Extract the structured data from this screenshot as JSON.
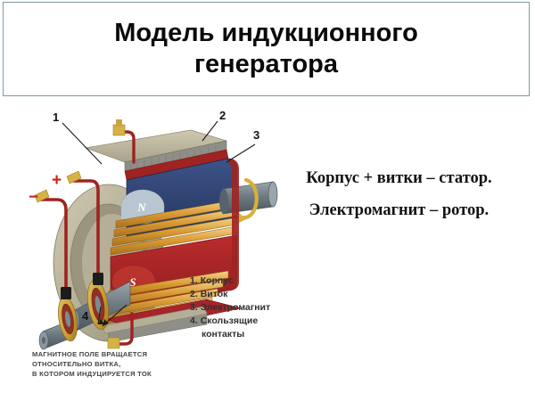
{
  "slide": {
    "background_color": "#ffffff",
    "title_box_border_color": "#7d9aab"
  },
  "title": {
    "text": "Модель индукционного генератора"
  },
  "statements": [
    {
      "text": "Корпус + витки – статор."
    },
    {
      "text": "Электромагнит – ротор."
    }
  ],
  "figure": {
    "alt_name": "induction-generator-cutaway-diagram",
    "callouts": [
      {
        "number": "1",
        "target": "Корпус"
      },
      {
        "number": "2",
        "target": "Виток"
      },
      {
        "number": "3",
        "target": "Электромагнит"
      },
      {
        "number": "4",
        "target": "Скользящие контакты"
      }
    ],
    "polarity_labels": [
      {
        "symbol": "+"
      },
      {
        "symbol": "−"
      }
    ],
    "pole_labels": [
      {
        "symbol": "N",
        "color": "#1d3f84"
      },
      {
        "symbol": "S",
        "color": "#a81f22"
      }
    ],
    "colors": {
      "housing": "#b9b39a",
      "housing_shadow": "#8e8a74",
      "laminations": "#c3bda6",
      "lamination_edge": "#6d6d68",
      "copper_coil": "#d99a32",
      "copper_highlight": "#f0cf82",
      "north_pole": "#2c4272",
      "south_pole": "#a5252a",
      "shaft": "#6e7b82",
      "wire_red": "#9e2321",
      "terminal_gold": "#d5b245",
      "slip_ring_gold": "#cfa33c",
      "slip_ring_core": "#8e3224"
    }
  },
  "legend": {
    "items": [
      {
        "number": "1.",
        "label": "Корпус"
      },
      {
        "number": "2.",
        "label": "Виток"
      },
      {
        "number": "3.",
        "label": "Электромагнит"
      },
      {
        "number": "4.",
        "label": "Скользящие",
        "continuation": "контакты"
      }
    ]
  },
  "caption": {
    "line1": "МАГНИТНОЕ ПОЛЕ ВРАЩАЕТСЯ",
    "line2": "ОТНОСИТЕЛЬНО ВИТКА,",
    "line3": "В КОТОРОМ ИНДУЦИРУЕТСЯ ТОК"
  }
}
